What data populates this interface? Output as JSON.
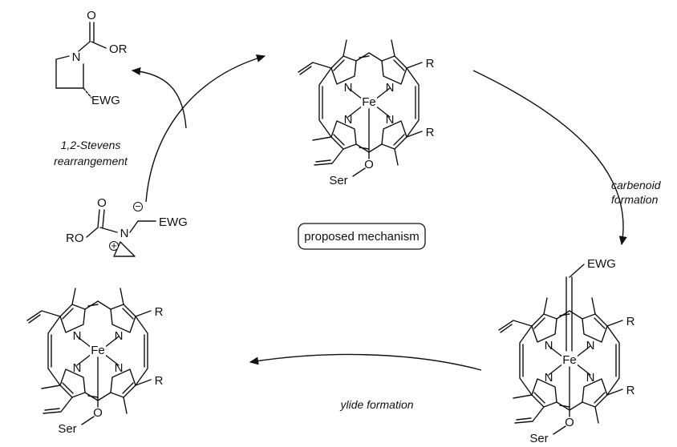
{
  "steps": {
    "carbenoid": [
      "carbenoid",
      "formation"
    ],
    "ylide": "ylide formation",
    "stevens": [
      "1,2-Stevens",
      "rearrangement"
    ]
  },
  "center_label": "proposed mechanism",
  "labels": {
    "fe": "Fe",
    "n": "N",
    "o": "O",
    "r": "R",
    "ser": "Ser",
    "ewg": "EWG",
    "or": "OR",
    "ro": "RO",
    "plus": "+",
    "minus": "−"
  }
}
